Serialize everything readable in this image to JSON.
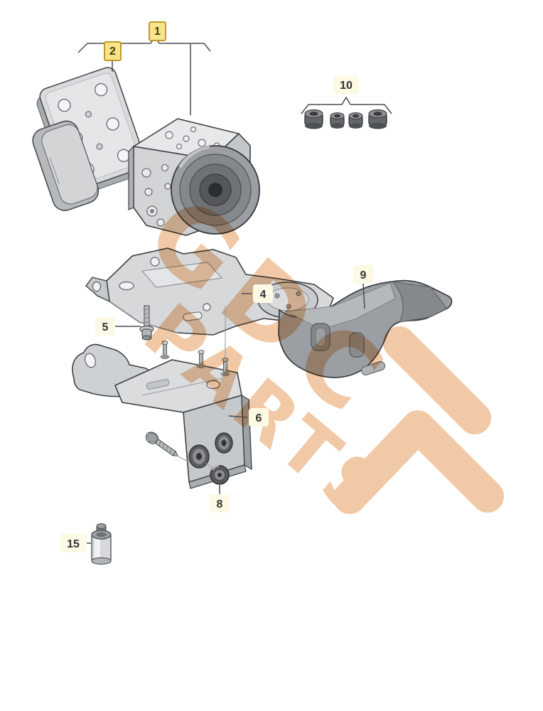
{
  "diagram": {
    "watermark": {
      "word1": "GDC",
      "word2": "PARTS",
      "color": "#f0bd92"
    },
    "callouts": {
      "n1": {
        "label": "1",
        "highlighted": true
      },
      "n2": {
        "label": "2",
        "highlighted": true
      },
      "n4": {
        "label": "4",
        "highlighted": false
      },
      "n5": {
        "label": "5",
        "highlighted": false
      },
      "n6": {
        "label": "6",
        "highlighted": false
      },
      "n8": {
        "label": "8",
        "highlighted": false
      },
      "n9": {
        "label": "9",
        "highlighted": false
      },
      "n10": {
        "label": "10",
        "highlighted": false
      },
      "n15": {
        "label": "15",
        "highlighted": false
      }
    },
    "colors": {
      "highlight_fill": "#f7e48b",
      "highlight_border": "#c2992b",
      "label_bg": "#fcf9e4",
      "line": "#4a4d50",
      "part_light": "#d9dbdd",
      "part_mid": "#b3b6b9",
      "part_dark": "#6f7275"
    }
  }
}
